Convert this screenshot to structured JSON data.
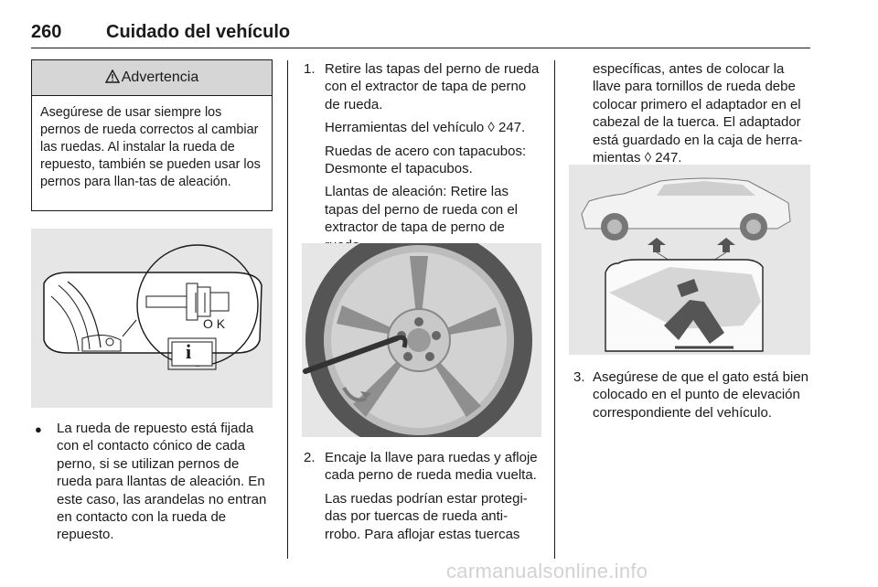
{
  "header": {
    "page_number": "260",
    "title": "Cuidado del vehículo"
  },
  "warning": {
    "title": "Advertencia",
    "text": "Asegúrese de usar siempre los pernos de rueda correctos al cambiar las ruedas. Al instalar la rueda de repuesto, también se pueden usar los pernos para llan-tas de aleación."
  },
  "figure1": {
    "label_ok": "O K",
    "label_info": "i"
  },
  "bullet": {
    "symbol": "●",
    "text": "La rueda de repuesto está fijada con el contacto cónico de cada perno, si se utilizan pernos de rueda para llantas de aleación. En este caso, las arandelas no entran en contacto con la rueda de repuesto."
  },
  "steps": [
    {
      "number": "1.",
      "text": "Retire las tapas del perno de rueda con el extractor de tapa de perno de rueda.",
      "paragraphs": [
        "Herramientas del vehículo ◊ 247.",
        "Ruedas de acero con tapacubos: Desmonte el tapacubos.",
        "Llantas de aleación: Retire las tapas del perno de rueda con el extractor de tapa de perno de rueda."
      ]
    },
    {
      "number": "2.",
      "text": "Encaje la llave para ruedas y afloje cada perno de rueda media vuelta.",
      "paragraphs": [
        "Las ruedas podrían estar protegi-das por tuercas de rueda anti-rrobo. Para aflojar estas tuercas",
        "específicas, antes de colocar la llave para tornillos de rueda debe colocar primero el adaptador en el cabezal de la tuerca. El adaptador está guardado en la caja de herra-mientas ◊ 247."
      ]
    },
    {
      "number": "3.",
      "text": "Asegúrese de que el gato está bien colocado en el punto de elevación correspondiente del vehículo."
    }
  ],
  "footer": {
    "watermark": "carmanualsonline.info"
  }
}
